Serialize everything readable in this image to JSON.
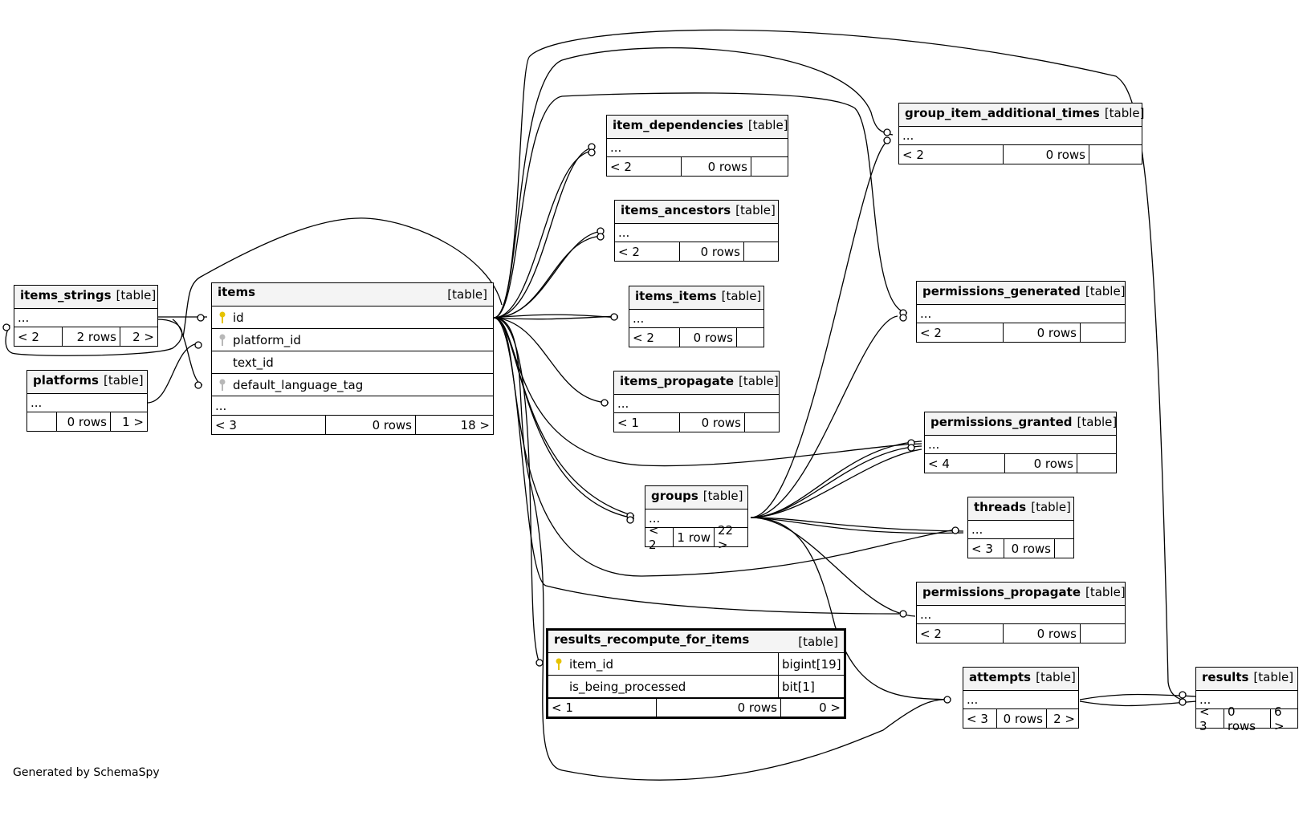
{
  "colors": {
    "line": "#000000",
    "header_bg": "#f4f4f4",
    "primary_key": "#e6c300",
    "foreign_key": "#b8b8b8"
  },
  "tables": {
    "items_strings": {
      "name": "items_strings",
      "kind": "[table]",
      "ellipsis": "...",
      "footer": [
        "< 2",
        "2 rows",
        "2 >"
      ]
    },
    "platforms": {
      "name": "platforms",
      "kind": "[table]",
      "ellipsis": "...",
      "footer": [
        "",
        "0 rows",
        "1 >"
      ]
    },
    "items": {
      "name": "items",
      "kind": "[table]",
      "columns": [
        {
          "name": "id",
          "key": "primary-key-icon"
        },
        {
          "name": "platform_id",
          "key": "foreign-key-icon"
        },
        {
          "name": "text_id",
          "key": ""
        },
        {
          "name": "default_language_tag",
          "key": "foreign-key-icon"
        }
      ],
      "ellipsis": "...",
      "footer": [
        "< 3",
        "0 rows",
        "18 >"
      ]
    },
    "item_dependencies": {
      "name": "item_dependencies",
      "kind": "[table]",
      "ellipsis": "...",
      "footer": [
        "< 2",
        "0 rows",
        ""
      ]
    },
    "items_ancestors": {
      "name": "items_ancestors",
      "kind": "[table]",
      "ellipsis": "...",
      "footer": [
        "< 2",
        "0 rows",
        ""
      ]
    },
    "items_items": {
      "name": "items_items",
      "kind": "[table]",
      "ellipsis": "...",
      "footer": [
        "< 2",
        "0 rows",
        ""
      ]
    },
    "items_propagate": {
      "name": "items_propagate",
      "kind": "[table]",
      "ellipsis": "...",
      "footer": [
        "< 1",
        "0 rows",
        ""
      ]
    },
    "groups": {
      "name": "groups",
      "kind": "[table]",
      "ellipsis": "...",
      "footer": [
        "< 2",
        "1 row",
        "22 >"
      ]
    },
    "results_recompute_for_items": {
      "name": "results_recompute_for_items",
      "kind": "[table]",
      "columns": [
        {
          "name": "item_id",
          "key": "primary-key-icon",
          "type": "bigint[19]"
        },
        {
          "name": "is_being_processed",
          "key": "",
          "type": "bit[1]"
        }
      ],
      "footer": [
        "< 1",
        "0 rows",
        "0 >"
      ]
    },
    "group_item_additional_times": {
      "name": "group_item_additional_times",
      "kind": "[table]",
      "ellipsis": "...",
      "footer": [
        "< 2",
        "0 rows",
        ""
      ]
    },
    "permissions_generated": {
      "name": "permissions_generated",
      "kind": "[table]",
      "ellipsis": "...",
      "footer": [
        "< 2",
        "0 rows",
        ""
      ]
    },
    "permissions_granted": {
      "name": "permissions_granted",
      "kind": "[table]",
      "ellipsis": "...",
      "footer": [
        "< 4",
        "0 rows",
        ""
      ]
    },
    "threads": {
      "name": "threads",
      "kind": "[table]",
      "ellipsis": "...",
      "footer": [
        "< 3",
        "0 rows",
        ""
      ]
    },
    "permissions_propagate": {
      "name": "permissions_propagate",
      "kind": "[table]",
      "ellipsis": "...",
      "footer": [
        "< 2",
        "0 rows",
        ""
      ]
    },
    "attempts": {
      "name": "attempts",
      "kind": "[table]",
      "ellipsis": "...",
      "footer": [
        "< 3",
        "0 rows",
        "2 >"
      ]
    },
    "results": {
      "name": "results",
      "kind": "[table]",
      "ellipsis": "...",
      "footer": [
        "< 3",
        "0 rows",
        "6 >"
      ]
    }
  },
  "caption": "Generated by SchemaSpy"
}
